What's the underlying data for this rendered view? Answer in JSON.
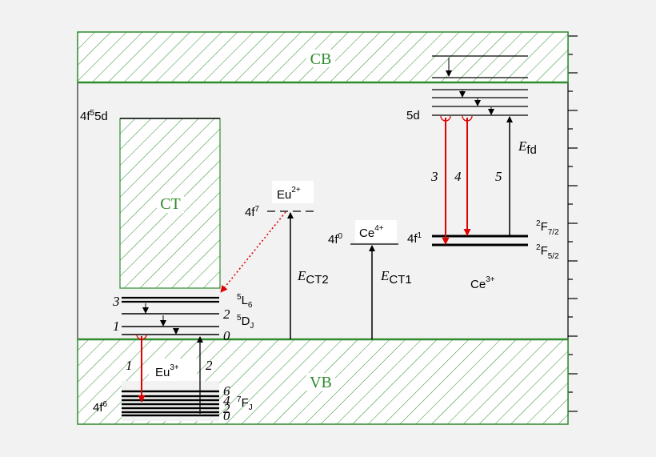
{
  "bands": {
    "cb": "CB",
    "vb": "VB",
    "ct": "CT"
  },
  "eu3": {
    "ion": "Eu",
    "ion_charge": "3+",
    "config_ground": "4f",
    "config_ground_sup": "6",
    "config_excited": "4f",
    "config_excited_sup": "5",
    "config_excited_rest": "5d",
    "multiplet_ground_sup": "7",
    "multiplet_ground": "F",
    "multiplet_ground_sub": "J",
    "multiplet_d_sup": "5",
    "multiplet_d": "D",
    "multiplet_d_sub": "J",
    "multiplet_l_sup": "5",
    "multiplet_l": "L",
    "multiplet_l_sub": "6",
    "d_levels": [
      "3",
      "2",
      "1",
      "0"
    ],
    "f_levels": [
      "6",
      "4",
      "2",
      "0"
    ],
    "arrow1": "1",
    "arrow2": "2"
  },
  "eu2": {
    "ion": "Eu",
    "ion_charge": "2+",
    "config": "4f",
    "config_sup": "7"
  },
  "e_ct2": {
    "letter": "E",
    "sub": "CT2"
  },
  "ce4": {
    "ion": "Ce",
    "ion_charge": "4+",
    "config": "4f",
    "config_sup": "0"
  },
  "e_ct1": {
    "letter": "E",
    "sub": "CT1"
  },
  "ce3": {
    "ion": "Ce",
    "ion_charge": "3+",
    "config_ground": "4f",
    "config_ground_sup": "1",
    "config_excited": "5d",
    "level_upper_sup": "2",
    "level_upper": "F",
    "level_upper_sub": "7/2",
    "level_lower_sup": "2",
    "level_lower": "F",
    "level_lower_sub": "5/2",
    "arrow3": "3",
    "arrow4": "4",
    "arrow5": "5",
    "e_fd_letter": "E",
    "e_fd_sub": "fd"
  },
  "colors": {
    "band_fill": "#ffffff",
    "band_hatch": "#2e8b2e",
    "emission_arrow": "#e00000",
    "line": "#000000",
    "background": "#f2f2f2"
  }
}
